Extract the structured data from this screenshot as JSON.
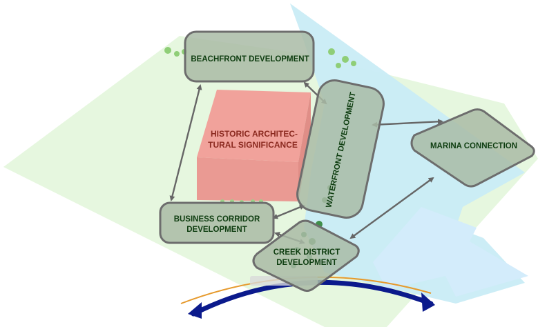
{
  "diagram": {
    "nodes": {
      "beachfront": "BEACHFRONT DEVELOPMENT",
      "waterfront": "WATERFRONT DEVELOPMENT",
      "marina": "MARINA CONNECTION",
      "business_line1": "BUSINESS CORRIDOR",
      "business_line2": "DEVELOPMENT",
      "creek_line1": "CREEK DISTRICT",
      "creek_line2": "DEVELOPMENT",
      "historic_line1": "HISTORIC ARCHITEC-",
      "historic_line2": "TURAL SIGNIFICANCE"
    },
    "colors": {
      "land": "#e6f7df",
      "water": "#c9ecf6",
      "water_arrow": "#d3ecfb",
      "historic_block": "#f2a7a0",
      "node_fill": "#a9bba6",
      "node_stroke": "#6d6d6d",
      "connector": "#666666",
      "label": "#0e3d10",
      "bridge": "#0b1a8c",
      "bridge_orange": "#e69a2d"
    },
    "connections": [
      "beachfront-waterfront",
      "beachfront-business",
      "waterfront-marina",
      "waterfront-business",
      "business-creek",
      "creek-marina"
    ]
  }
}
